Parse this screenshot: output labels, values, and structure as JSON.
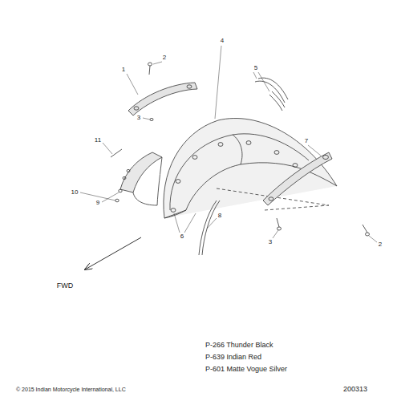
{
  "diagram": {
    "labels": [
      "1",
      "2",
      "3",
      "4",
      "5",
      "11",
      "7",
      "3",
      "2",
      "10",
      "9",
      "6",
      "8",
      "FWD",
      "P-266 Thunder Black",
      "P-639 Indian Red",
      "P-601 Matte Vogue Silver",
      "© 2015 Indian Motorcycle International, LLC",
      "200313"
    ]
  }
}
